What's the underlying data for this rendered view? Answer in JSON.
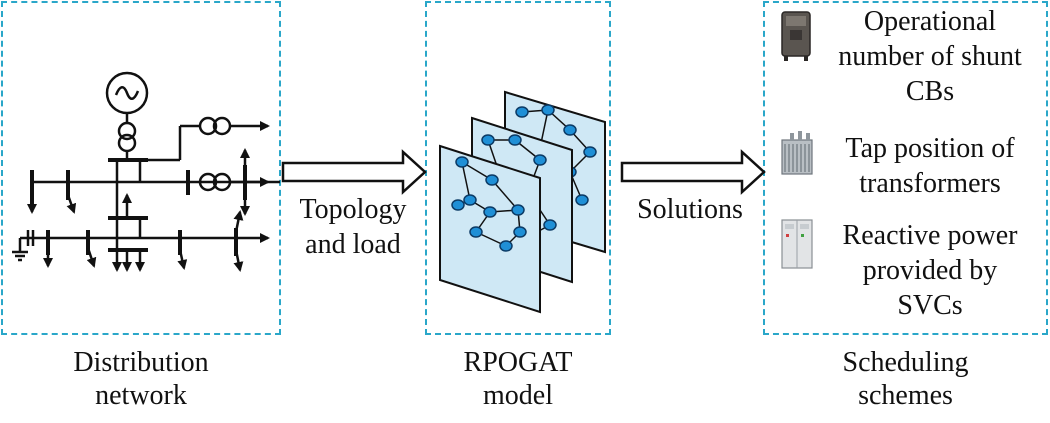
{
  "panels": {
    "distribution": {
      "caption_line1": "Distribution",
      "caption_line2": "network"
    },
    "model": {
      "caption_line1": "RPOGAT",
      "caption_line2": "model"
    },
    "schedule": {
      "caption_line1": "Scheduling",
      "caption_line2": "schemes"
    }
  },
  "arrows": {
    "input_label_line1": "Topology",
    "input_label_line2": "and load",
    "output_label": "Solutions"
  },
  "schemes": [
    {
      "icon": "capacitor-bank-icon",
      "lines": [
        "Operational",
        "number of shunt",
        "CBs"
      ]
    },
    {
      "icon": "transformer-icon",
      "lines": [
        "Tap position of",
        "transformers"
      ]
    },
    {
      "icon": "svc-cabinet-icon",
      "lines": [
        "Reactive power",
        "provided by",
        "SVCs"
      ]
    }
  ],
  "colors": {
    "dashed_border": "#2aa7c9",
    "graph_plane": "#cfe8f5",
    "graph_node": "#1f8fd6",
    "line": "#111111"
  }
}
